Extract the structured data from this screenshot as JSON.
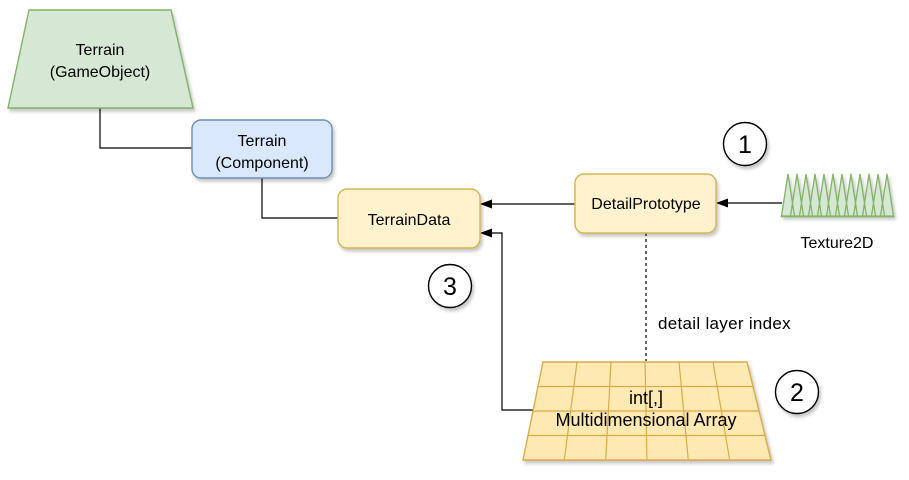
{
  "canvas": {
    "width": "909",
    "height": "480",
    "background": "#ffffff"
  },
  "colors": {
    "green_fill": "#d5e8d4",
    "green_stroke": "#82b366",
    "blue_fill": "#dae8fc",
    "blue_stroke": "#6c8ebf",
    "yellow_fill": "#fff2cc",
    "yellow_stroke": "#d6b656",
    "array_fill": "#ffe9b3",
    "array_stroke": "#d9ab49",
    "connector": "#000000",
    "badge_fill": "#ffffff",
    "badge_stroke": "#000000",
    "text": "#000000"
  },
  "nodes": {
    "terrain_gameobject": {
      "line1": "Terrain",
      "line2": "(GameObject)"
    },
    "terrain_component": {
      "line1": "Terrain",
      "line2": "(Component)"
    },
    "terrain_data": {
      "label": "TerrainData"
    },
    "detail_prototype": {
      "label": "DetailPrototype"
    },
    "texture2d": {
      "label": "Texture2D",
      "icon": "grass-spikes"
    },
    "multidimensional_array": {
      "line1": "int[,]",
      "line2": "Multidimensional Array"
    }
  },
  "labels": {
    "detail_layer_index": "detail layer index"
  },
  "badges": [
    {
      "value": "1"
    },
    {
      "value": "2"
    },
    {
      "value": "3"
    }
  ]
}
